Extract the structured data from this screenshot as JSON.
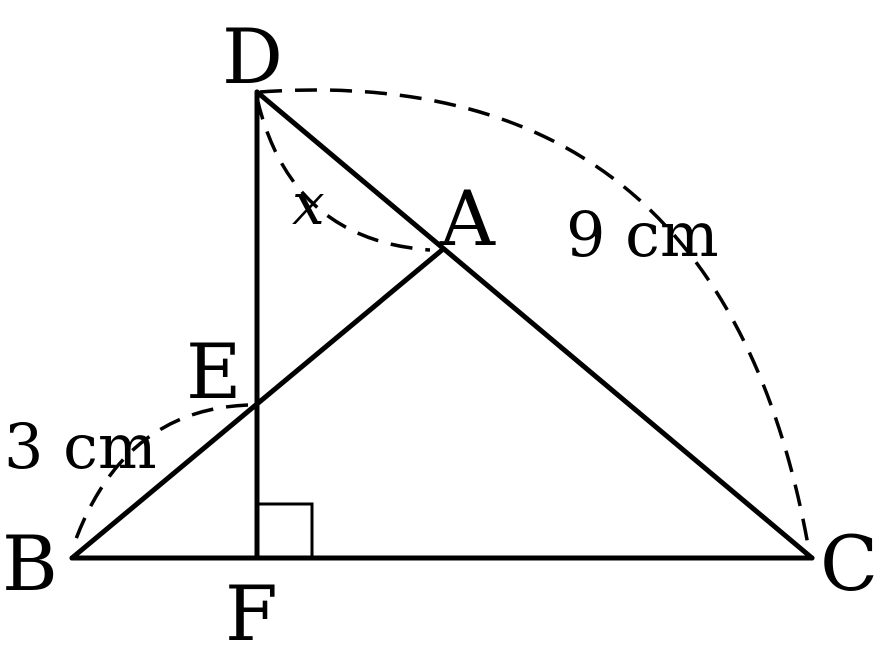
{
  "diagram": {
    "points": {
      "A": "A",
      "B": "B",
      "C": "C",
      "D": "D",
      "E": "E",
      "F": "F"
    },
    "measurements": {
      "BE": "3 cm",
      "DC": "9 cm"
    },
    "angle_label": "x"
  }
}
